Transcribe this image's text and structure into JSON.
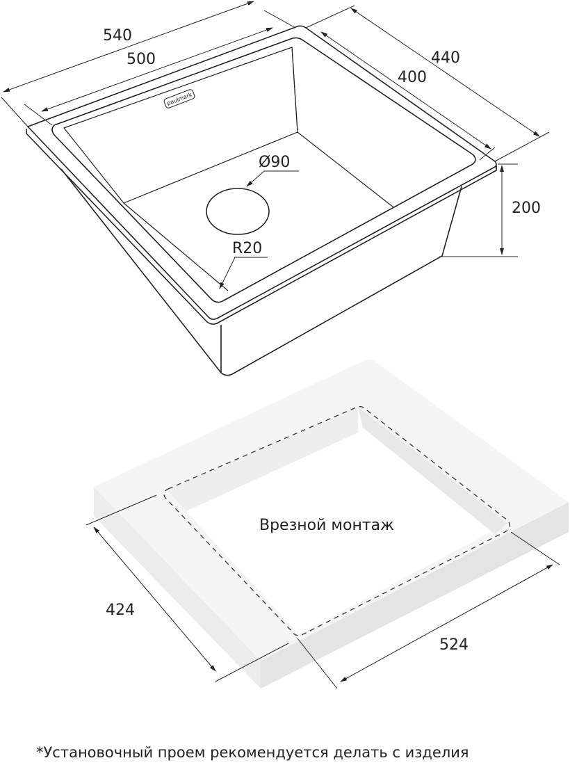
{
  "sink_drawing": {
    "brand_logo": "paulmark",
    "dimensions": {
      "outer_width": "540",
      "inner_width": "500",
      "outer_depth": "440",
      "inner_depth": "400",
      "height": "200",
      "drain_diameter": "Ø90",
      "corner_radius": "R20"
    }
  },
  "cutout_drawing": {
    "title": "Врезной монтаж",
    "cutout_depth": "424",
    "cutout_width": "524"
  },
  "footnote": "*Установочный проем рекомендуется делать с изделия"
}
